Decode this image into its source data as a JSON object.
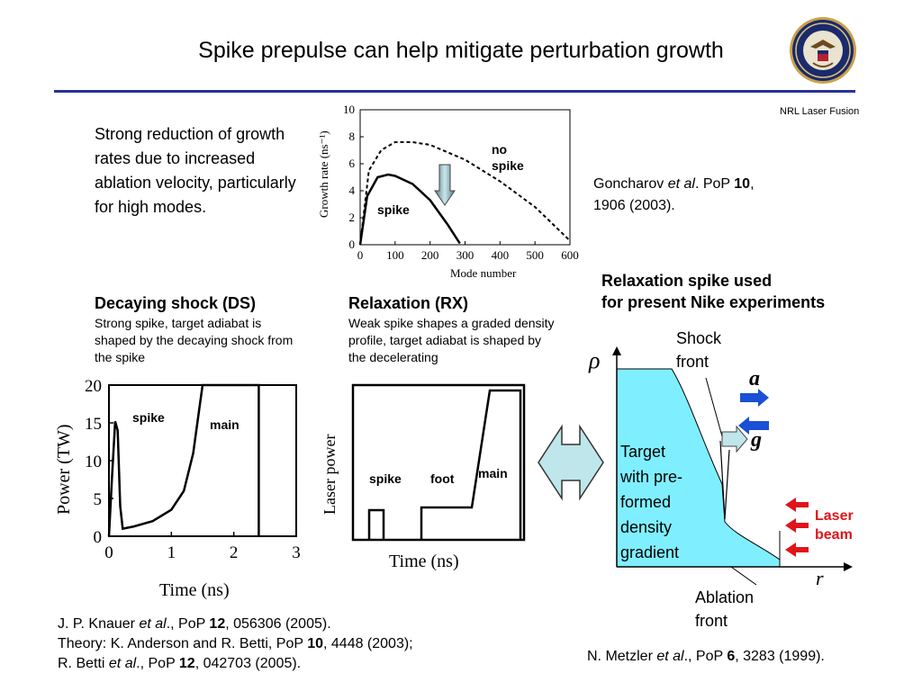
{
  "title": "Spike prepulse can help mitigate perturbation growth",
  "org": "NRL Laser Fusion",
  "intro_text": "Strong reduction of growth rates due to increased ablation velocity, particularly for high modes.",
  "growth_chart": {
    "ylabel": "Growth rate (ns⁻¹)",
    "xlabel": "Mode number",
    "y_ticks": [
      "0",
      "2",
      "4",
      "6",
      "8",
      "10"
    ],
    "x_ticks": [
      "0",
      "100",
      "200",
      "300",
      "400",
      "500",
      "600"
    ],
    "label_no_spike_line1": "no",
    "label_no_spike_line2": "spike",
    "label_spike": "spike",
    "ylim": [
      0,
      10
    ],
    "xlim": [
      0,
      600
    ],
    "series_no_spike": [
      [
        0,
        0
      ],
      [
        25,
        5.5
      ],
      [
        60,
        7.0
      ],
      [
        100,
        7.6
      ],
      [
        150,
        7.6
      ],
      [
        200,
        7.4
      ],
      [
        300,
        6.3
      ],
      [
        400,
        4.7
      ],
      [
        500,
        2.8
      ],
      [
        600,
        0.3
      ]
    ],
    "series_spike": [
      [
        0,
        0
      ],
      [
        20,
        3.6
      ],
      [
        50,
        5.0
      ],
      [
        80,
        5.2
      ],
      [
        100,
        5.1
      ],
      [
        150,
        4.5
      ],
      [
        200,
        3.3
      ],
      [
        250,
        1.5
      ],
      [
        285,
        0.1
      ]
    ]
  },
  "ref_goncharov": {
    "pre": "Goncharov ",
    "em": "et al",
    "post": ". PoP ",
    "bold": "10",
    "tail": ",",
    "line2": "1906 (2003)."
  },
  "rx_used_line1": "Relaxation spike used",
  "rx_used_line2": "for present Nike experiments",
  "ds_heading": "Decaying shock (DS)",
  "ds_desc": "Strong spike, target adiabat is shaped by the decaying shock from the spike",
  "rx_heading": "Relaxation (RX)",
  "rx_desc": "Weak spike shapes a graded density profile, target adiabat is shaped by the decelerating",
  "ds_chart": {
    "ylabel": "Power (TW)",
    "xlabel": "Time (ns)",
    "y_ticks": [
      "0",
      "5",
      "10",
      "15",
      "20"
    ],
    "x_ticks": [
      "0",
      "1",
      "2",
      "3"
    ],
    "label_spike": "spike",
    "label_main": "main",
    "ylim": [
      0,
      20
    ],
    "xlim": [
      0,
      3
    ]
  },
  "rx_chart": {
    "ylabel": "Laser power",
    "xlabel": "Time (ns)",
    "label_spike": "spike",
    "label_foot": "foot",
    "label_main": "main"
  },
  "profile": {
    "rho": "ρ",
    "r": "r",
    "a": "a",
    "g": "g",
    "shock_front_1": "Shock",
    "shock_front_2": "front",
    "target_1": "Target",
    "target_2": "with pre-",
    "target_3": "formed",
    "target_4": "density",
    "target_5": "gradient",
    "laser_1": "Laser",
    "laser_2": "beam",
    "ablation_1": "Ablation",
    "ablation_2": "front"
  },
  "refs_left": {
    "l1_pre": "J. P. Knauer ",
    "l1_em": "et al",
    "l1_mid": "., PoP ",
    "l1_bold": "12",
    "l1_post": ", 056306 (2005).",
    "l2_pre": "Theory: K. Anderson and R. Betti, PoP ",
    "l2_bold": "10",
    "l2_post": ", 4448 (2003);",
    "l3_pre": "R. Betti ",
    "l3_em": "et al",
    "l3_mid": "., PoP ",
    "l3_bold": "12",
    "l3_post": ", 042703 (2005)."
  },
  "ref_metzler": {
    "pre": "N. Metzler ",
    "em": "et al",
    "mid": "., PoP ",
    "bold": "6",
    "post": ", 3283 (1999)."
  },
  "colors": {
    "rule": "#2a3396",
    "fluid": "#7fefff",
    "arrow_blue": "#1a4fd6",
    "arrow_red": "#e0141a",
    "laser_text": "#e0141a",
    "double_arrow_fill": "#bfe6ea"
  },
  "icons": {
    "seal": "naval-academy-seal-icon",
    "down_arrow": "down-arrow-icon",
    "double_arrow": "double-arrow-icon"
  }
}
